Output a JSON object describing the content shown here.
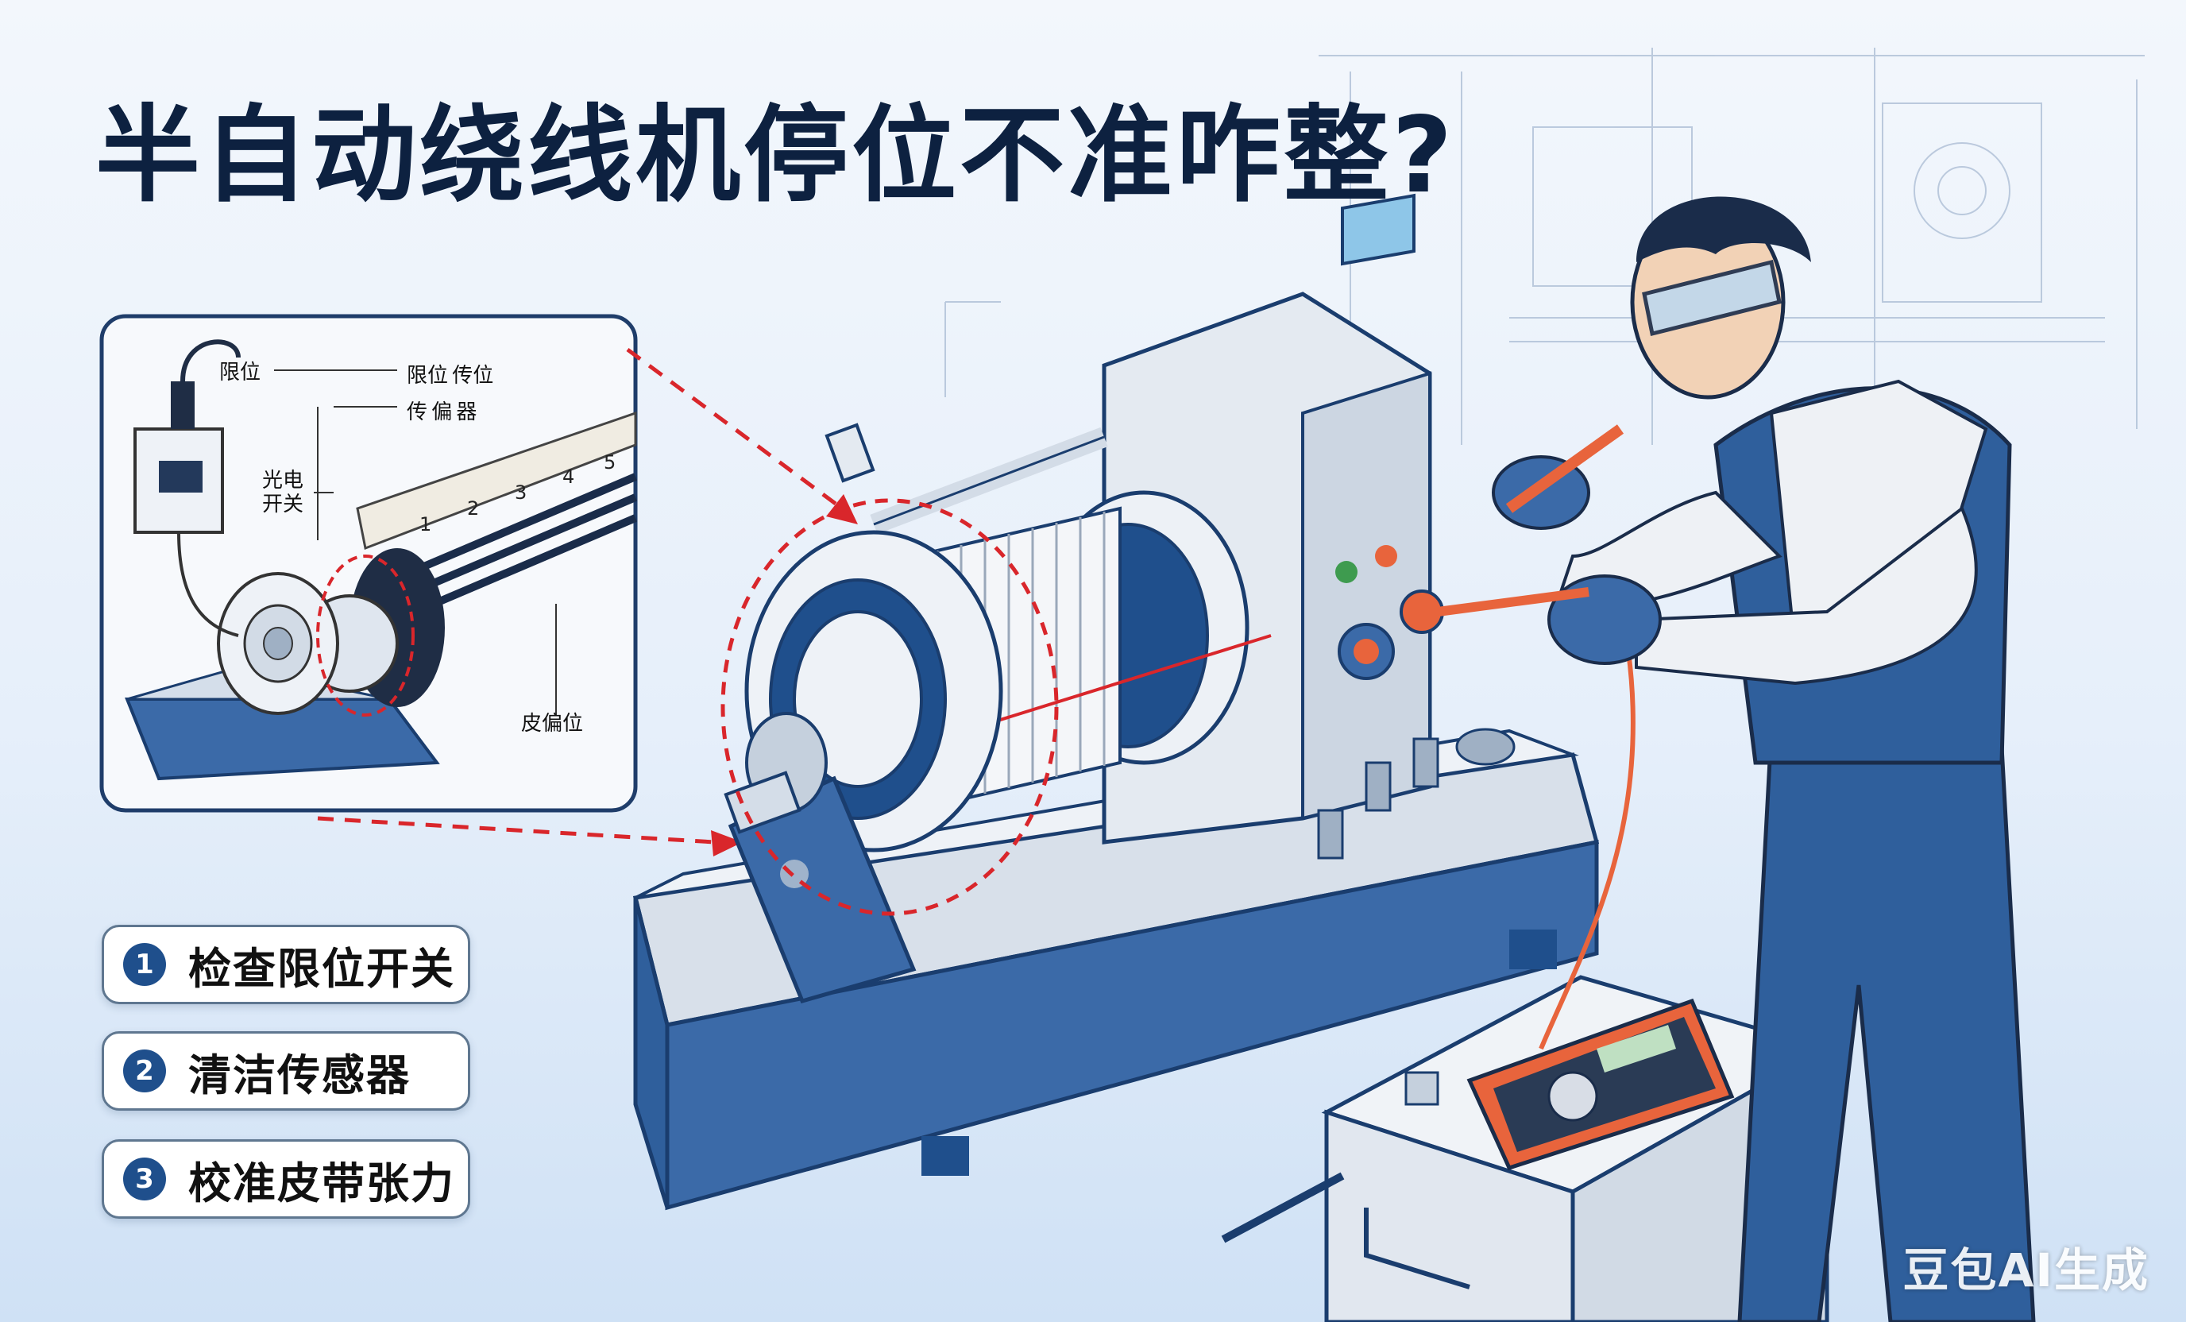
{
  "title": "半自动绕线机停位不准咋整?",
  "inset": {
    "labels": {
      "limit": "限位",
      "limit_sensor": "限位 传位",
      "sensor": "传 偏 器",
      "photo_line1": "光电",
      "photo_line2": "开关",
      "belt_offset": "皮偏位"
    },
    "ruler_ticks": [
      "1",
      "2",
      "3",
      "4",
      "5"
    ]
  },
  "steps": [
    {
      "num": "1",
      "label": "检查限位开关"
    },
    {
      "num": "2",
      "label": "清洁传感器"
    },
    {
      "num": "3",
      "label": "校准皮带张力"
    }
  ],
  "watermark": "豆包AI生成",
  "colors": {
    "navy": "#0d2140",
    "machine_blue": "#3b6aa8",
    "machine_dark": "#1f4f8c",
    "accent_red": "#d9262b",
    "accent_orange": "#e8643c"
  }
}
